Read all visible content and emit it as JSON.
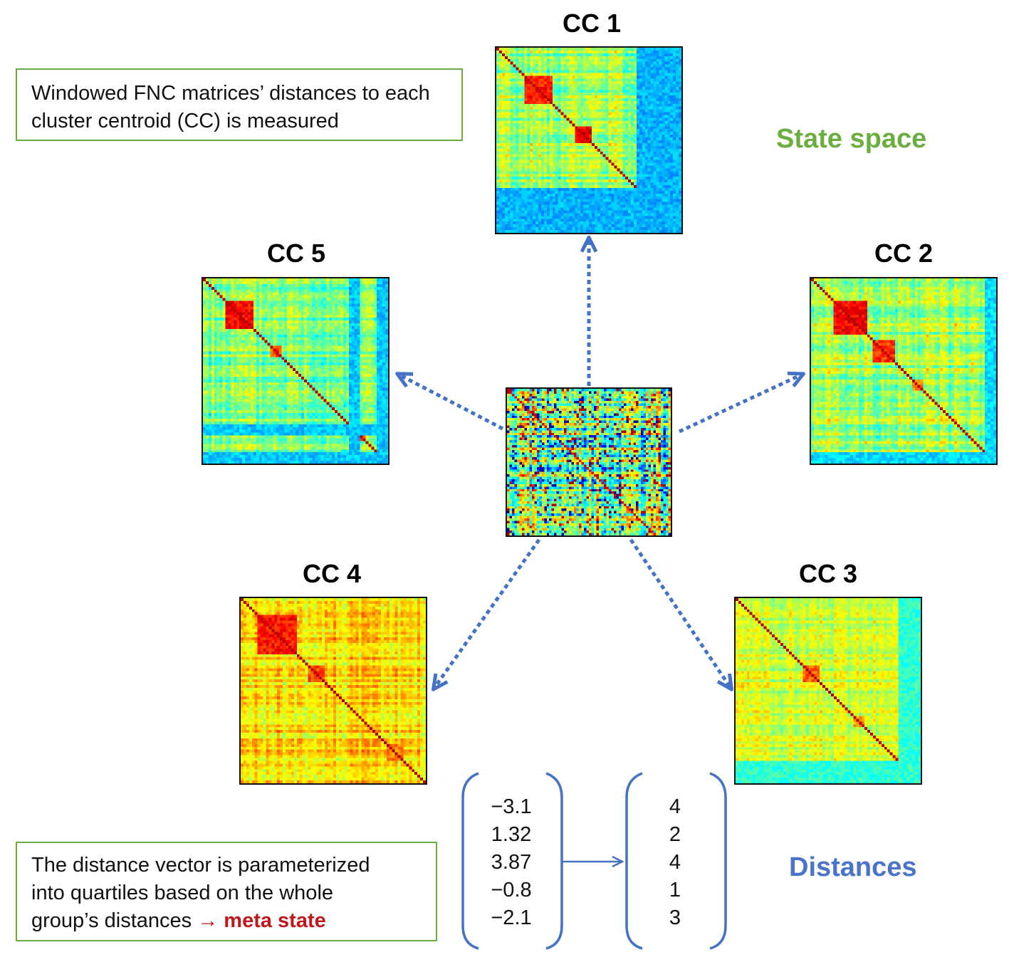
{
  "notes": {
    "top": "Windowed FNC matrices’ distances to each cluster centroid (CC) is measured",
    "bottom_line1": "The distance vector is parameterized",
    "bottom_line2": "into quartiles based on the whole",
    "bottom_line3": "group’s distances ",
    "bottom_arrow": "→",
    "bottom_meta": "meta state"
  },
  "labels": {
    "state_space": "State space",
    "distances": "Distances"
  },
  "centroids": [
    {
      "id": "cc1",
      "title": "CC 1"
    },
    {
      "id": "cc2",
      "title": "CC 2"
    },
    {
      "id": "cc3",
      "title": "CC 3"
    },
    {
      "id": "cc4",
      "title": "CC 4"
    },
    {
      "id": "cc5",
      "title": "CC 5"
    }
  ],
  "distance_vector": [
    "−3.1",
    "1.32",
    "3.87",
    "−0.8",
    "−2.1"
  ],
  "quartile_vector": [
    "4",
    "2",
    "4",
    "1",
    "3"
  ],
  "colors": {
    "green_accent": "#6aae3f",
    "blue_accent": "#4a74c9",
    "arrow_blue": "#4472c4",
    "meta_red": "#c0161c"
  }
}
